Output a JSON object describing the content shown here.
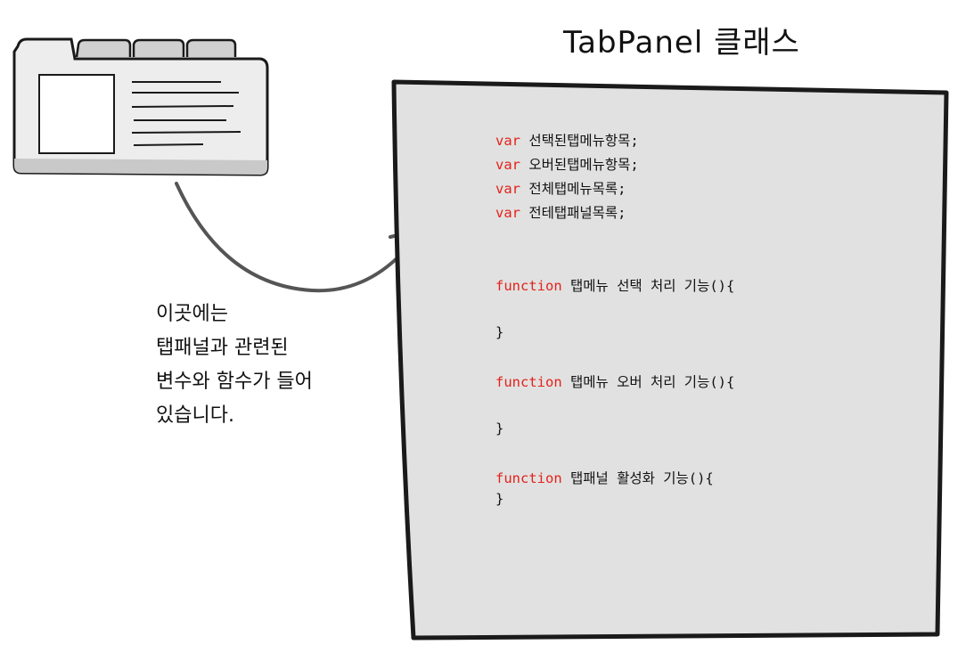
{
  "title": "TabPanel 클래스",
  "note": {
    "lines": [
      "이곳에는",
      "탭패널과 관련된",
      "변수와 함수가 들어",
      "있습니다."
    ]
  },
  "code": {
    "vars": [
      {
        "keyword": "var",
        "text": " 선택된탭메뉴항목;"
      },
      {
        "keyword": "var",
        "text": " 오버된탭메뉴항목;"
      },
      {
        "keyword": "var",
        "text": " 전체탭메뉴목록;"
      },
      {
        "keyword": "var",
        "text": " 전테탭패널목록;"
      }
    ],
    "functions": [
      {
        "keyword": "function",
        "text": " 탭메뉴 선택 처리 기능(){",
        "close": "}"
      },
      {
        "keyword": "function",
        "text": " 탭메뉴 오버 처리 기능(){",
        "close": "}"
      },
      {
        "keyword": "function",
        "text": " 탭패널 활성화 기능(){",
        "close": "}"
      }
    ]
  },
  "colors": {
    "keyword": "#e3221a",
    "panel_fill": "#e1e1e1",
    "stroke": "#1a1a1a",
    "arrow": "#555555"
  },
  "icons": [
    "tab-window-icon",
    "curved-arrow-icon"
  ]
}
